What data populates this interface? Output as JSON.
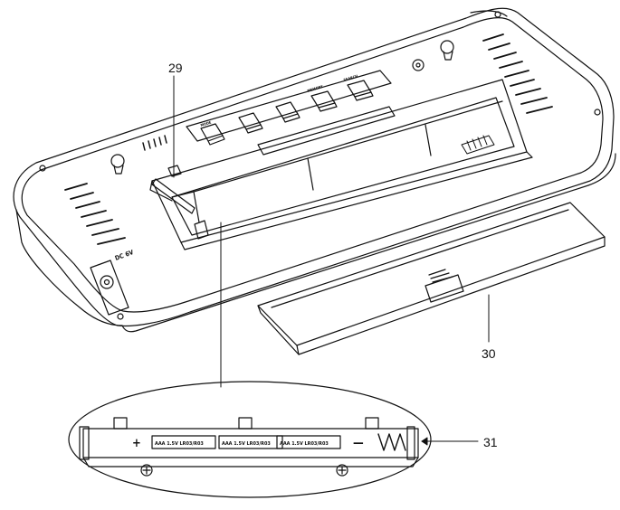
{
  "callouts": {
    "c29": "29",
    "c30": "30",
    "c31": "31"
  },
  "buttons": [
    "MODE",
    "",
    "",
    "MEMORY",
    "SEARCH"
  ],
  "dc_jack_label": "DC 6V",
  "battery_compartment": {
    "plus_sign": "+",
    "minus_sign": "—",
    "cells": [
      "AAA 1.5V LR03/R03",
      "AAA 1.5V LR03/R03",
      "AAA 1.5V LR03/R03"
    ]
  }
}
